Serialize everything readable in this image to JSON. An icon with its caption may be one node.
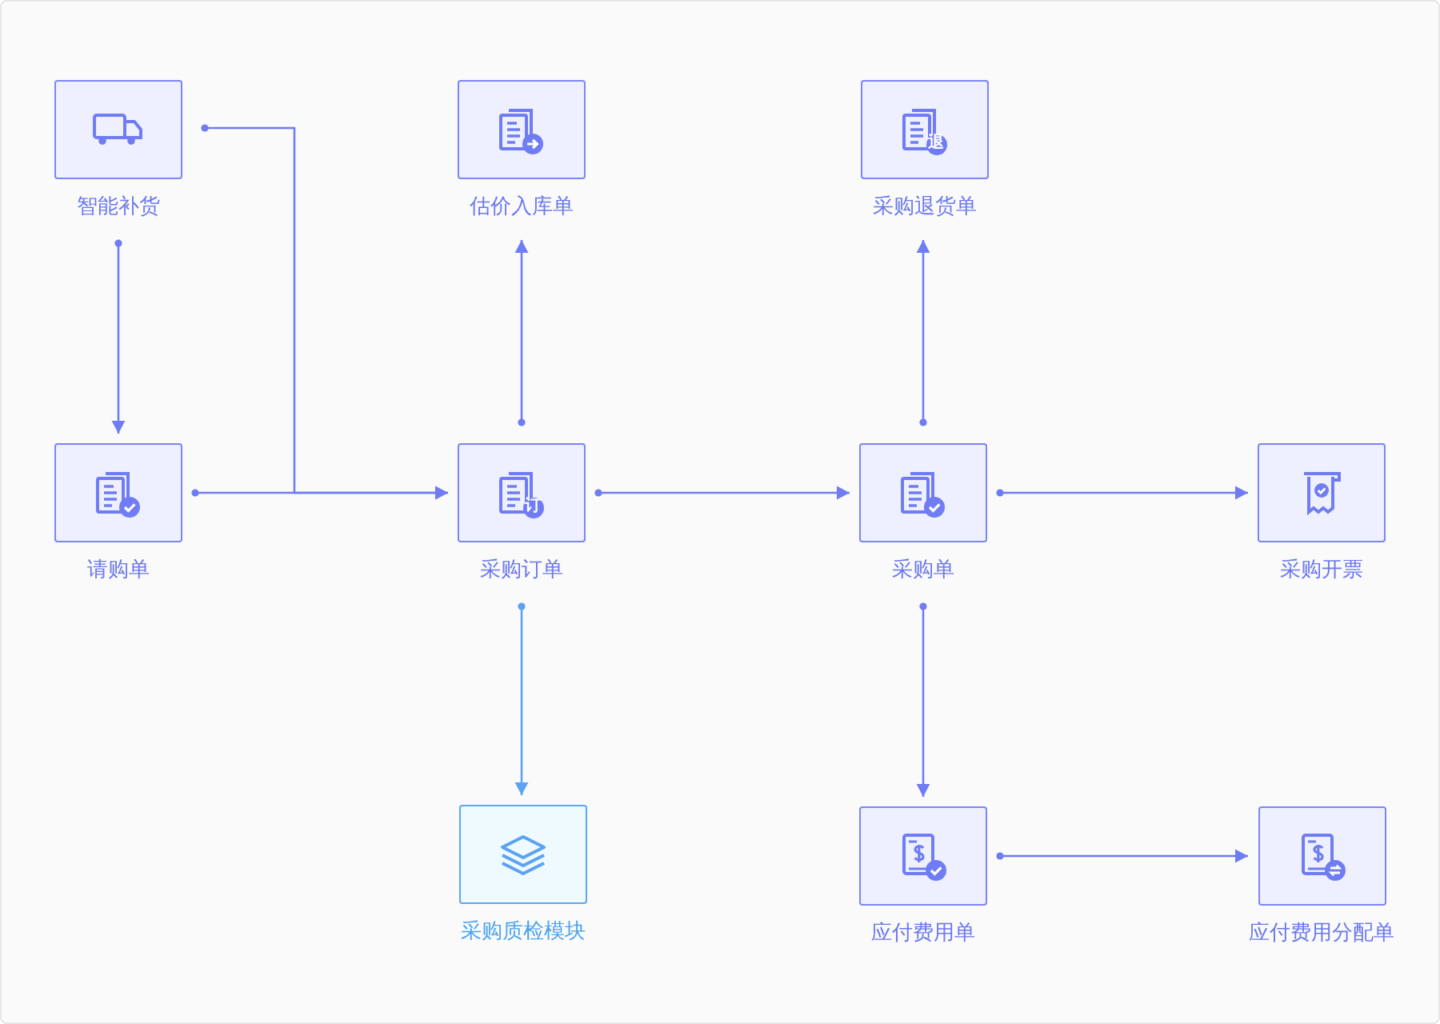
{
  "diagram": {
    "nodes": [
      {
        "text": [
          "智能补货"
        ]
      },
      {
        "text": [
          "估价入库单"
        ]
      },
      {
        "text": [
          "采购退货单"
        ]
      },
      {
        "text": [
          "请购单"
        ]
      },
      {
        "text": [
          "采购订单"
        ]
      },
      {
        "text": [
          "采购单"
        ]
      },
      {
        "text": [
          "采购开票"
        ]
      },
      {
        "text": [
          "采购质检模块"
        ]
      },
      {
        "text": [
          "应付费用单"
        ]
      },
      {
        "text": [
          "应付费用分配单"
        ]
      }
    ],
    "edges": [
      {
        "from": 0,
        "to": 3,
        "arrow": "to"
      },
      {
        "from": 0,
        "to": 4,
        "arrow": "to"
      },
      {
        "from": 3,
        "to": 4,
        "arrow": "to"
      },
      {
        "from": 4,
        "to": 1,
        "arrow": "to"
      },
      {
        "from": 4,
        "to": 5,
        "arrow": "to"
      },
      {
        "from": 4,
        "to": 7,
        "arrow": "to",
        "color": "#5aa2f2"
      },
      {
        "from": 5,
        "to": 2,
        "arrow": "to"
      },
      {
        "from": 5,
        "to": 6,
        "arrow": "to"
      },
      {
        "from": 5,
        "to": 8,
        "arrow": "to"
      },
      {
        "from": 8,
        "to": 9,
        "arrow": "to"
      }
    ],
    "labels": [
      "退",
      "订"
    ]
  }
}
